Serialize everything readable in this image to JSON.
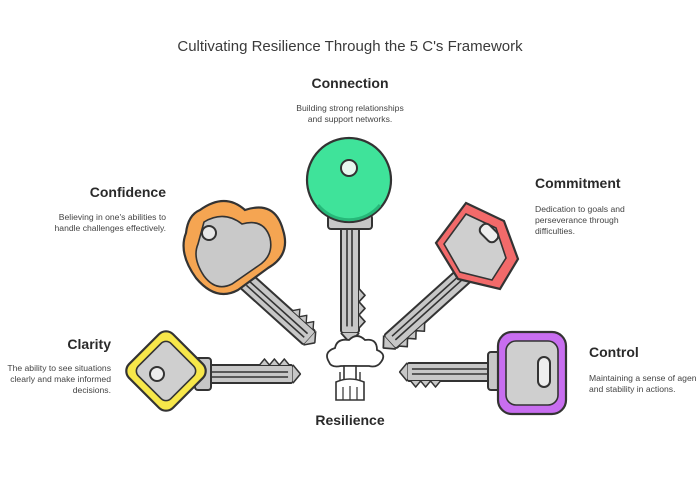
{
  "title": "Cultivating Resilience Through the 5 C's Framework",
  "center": {
    "label": "Resilience",
    "icon": "mushroom-cloud-icon"
  },
  "nodes": [
    {
      "id": "connection",
      "heading": "Connection",
      "description": [
        "Building strong relationships",
        "and support networks."
      ],
      "color": "#3fe39a",
      "icon": "key-icon"
    },
    {
      "id": "confidence",
      "heading": "Confidence",
      "description": [
        "Believing in one's abilities to",
        "handle challenges effectively."
      ],
      "color": "#f5a552",
      "icon": "key-icon"
    },
    {
      "id": "commitment",
      "heading": "Commitment",
      "description": [
        "Dedication to goals and",
        "perseverance through",
        "difficulties."
      ],
      "color": "#f26a6a",
      "icon": "key-icon"
    },
    {
      "id": "clarity",
      "heading": "Clarity",
      "description": [
        "The ability to see situations",
        "clearly and make informed",
        "decisions."
      ],
      "color": "#f7e74a",
      "icon": "key-icon"
    },
    {
      "id": "control",
      "heading": "Control",
      "description": [
        "Maintaining a sense of agen",
        "and stability in actions."
      ],
      "color": "#c86ef0",
      "icon": "key-icon"
    }
  ]
}
